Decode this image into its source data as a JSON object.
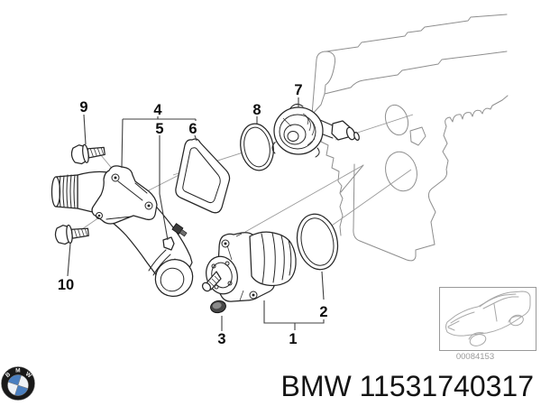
{
  "diagram": {
    "type": "exploded-parts-diagram",
    "callouts": [
      "1",
      "2",
      "3",
      "4",
      "5",
      "6",
      "7",
      "8",
      "9",
      "10"
    ],
    "code": "00084153"
  },
  "footer": {
    "part_label": "BMW 11531740317"
  },
  "logo": {
    "letters": [
      "B",
      "M",
      "W"
    ],
    "blue": "#4a7fc0",
    "ring": "#191919"
  }
}
